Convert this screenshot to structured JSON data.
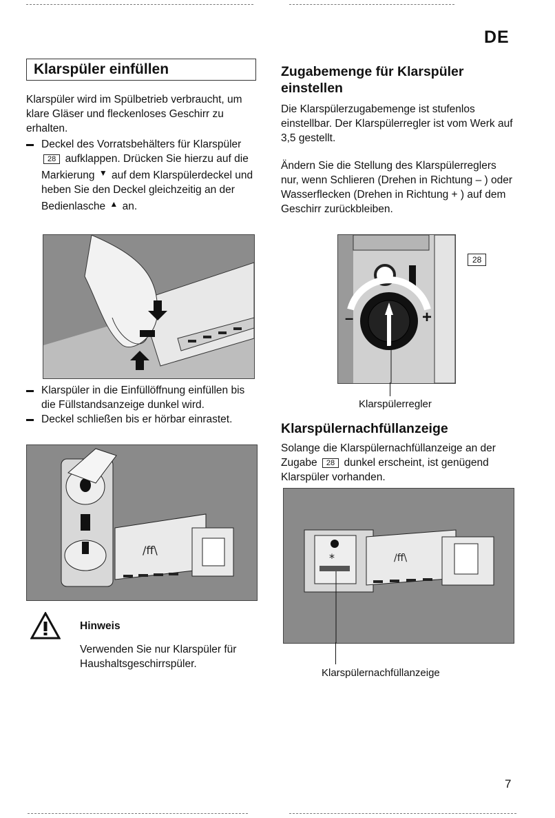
{
  "page": {
    "language_tag": "DE",
    "page_number": "7"
  },
  "left": {
    "title": "Klarspüler einfüllen",
    "intro": "Klarspüler wird im Spülbetrieb verbraucht, um klare Gläser und fleckenloses Geschirr zu erhalten.",
    "step1": {
      "a": "Deckel des Vorratsbehälters für Klarspüler",
      "ref": "28",
      "b": "aufklappen. Drücken Sie hierzu auf die Markierung",
      "c": "auf dem Klarspülerdeckel und heben Sie den Deckel gleichzeitig an der Bedienlasche",
      "d": "an."
    },
    "step2": "Klarspüler in die Einfüllöffnung einfüllen bis die Füllstandsanzeige dunkel wird.",
    "step3": "Deckel schließen bis er hörbar einrastet.",
    "note_title": "Hinweis",
    "note_text": "Verwenden Sie nur Klarspüler für Haushaltsgeschirrspüler."
  },
  "right": {
    "heading1": "Zugabemenge für Klarspüler einstellen",
    "para1": "Die Klarspülerzugabemenge ist stufenlos einstellbar. Der Klarspülerregler ist vom Werk auf 3,5 gestellt.",
    "para2": "Ändern Sie die Stellung des Klarspülerreglers nur, wenn Schlieren (Drehen in Richtung – ) oder Wasserflecken (Drehen in Richtung + ) auf dem Geschirr zurückbleiben.",
    "fig_ref": "28",
    "dial_minus": "–",
    "dial_plus": "+",
    "caption1": "Klarspülerregler",
    "heading2": "Klarspülernachfüllanzeige",
    "para3a": "Solange die Klarspülernachfüllanzeige an der Zugabe",
    "para3_ref": "28",
    "para3b": "dunkel erscheint, ist genügend Klarspüler vorhanden.",
    "caption2": "Klarspülernachfüllanzeige"
  },
  "icons": {
    "warning": "warning-triangle-icon",
    "arrow_down": "arrow-down-icon",
    "arrow_up": "arrow-up-icon"
  }
}
